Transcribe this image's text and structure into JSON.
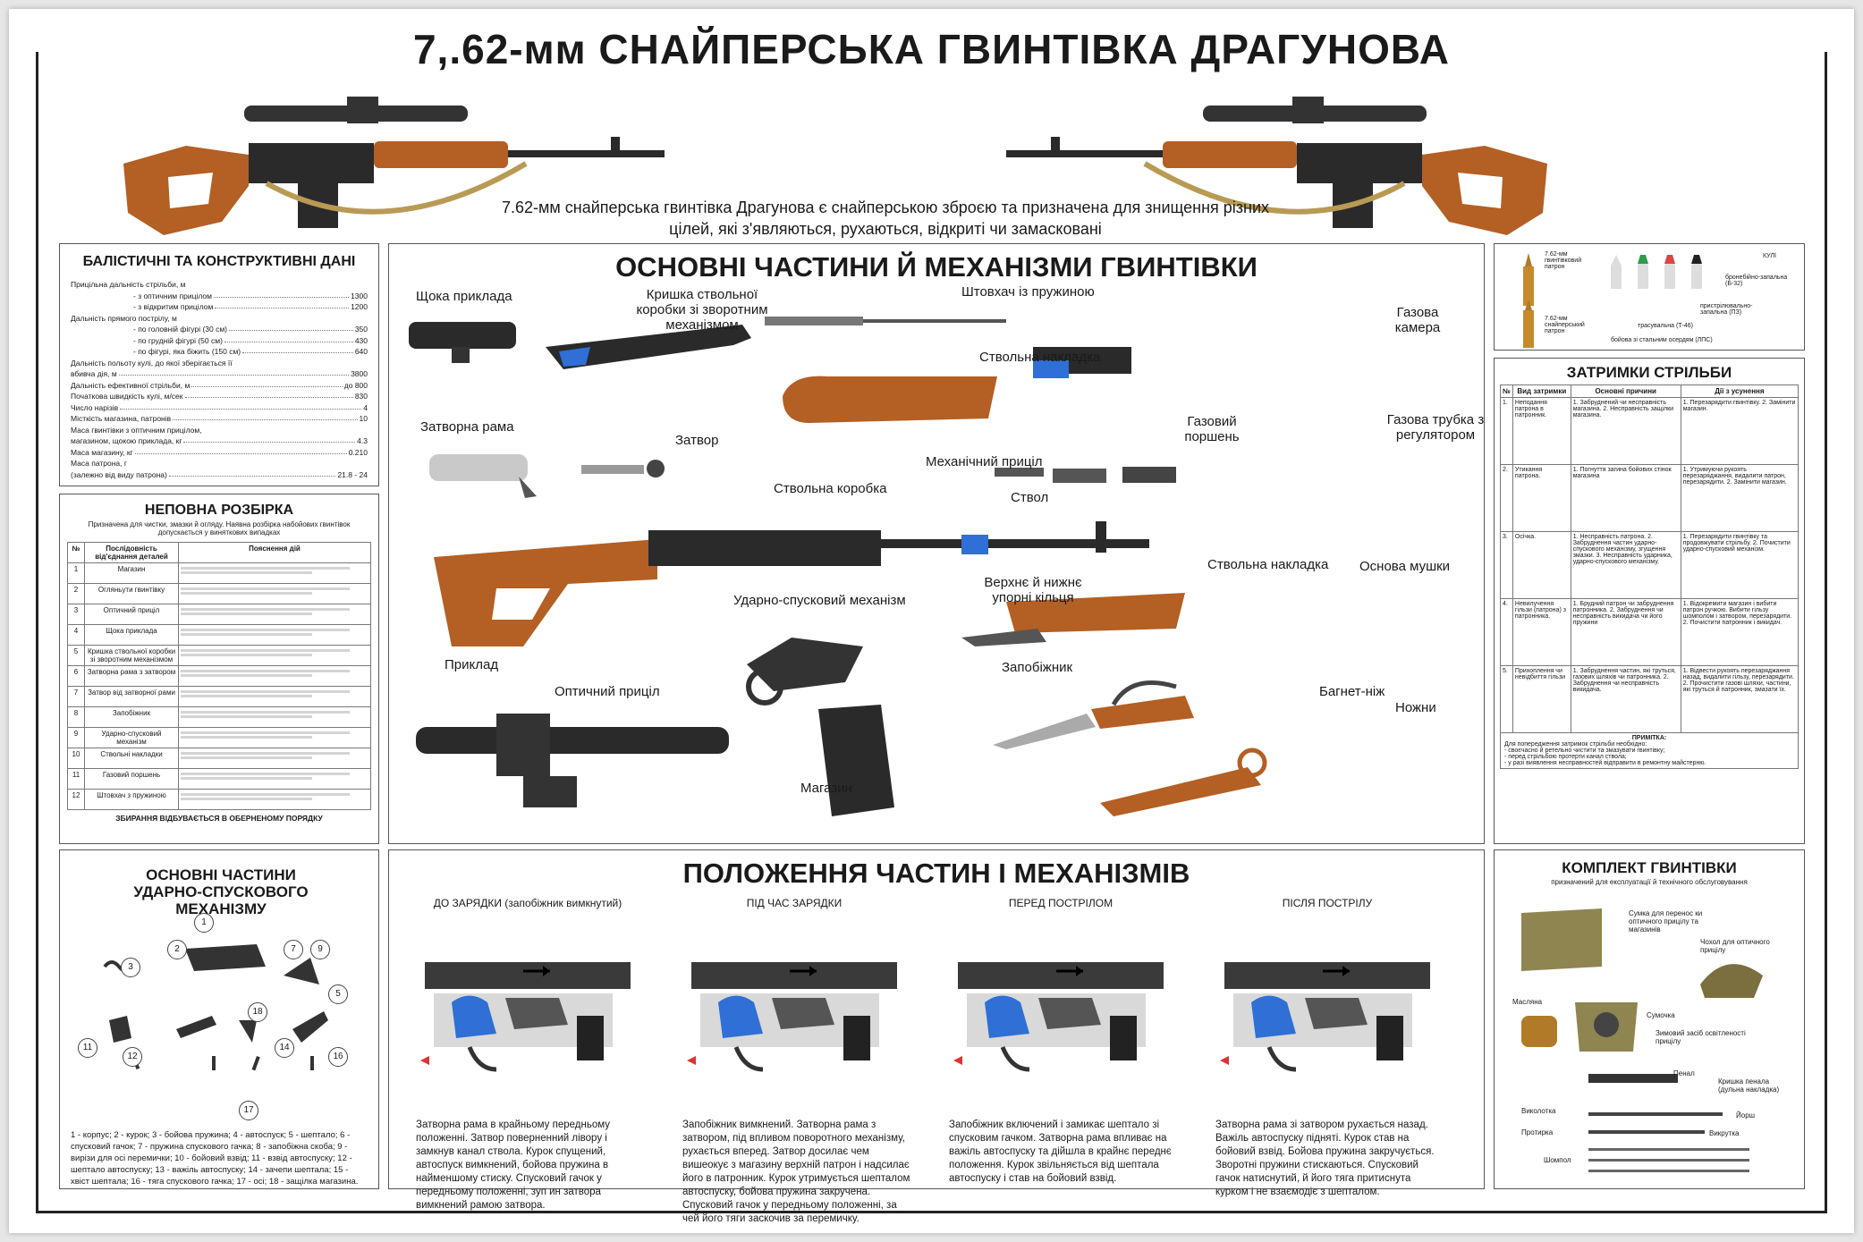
{
  "title": "7,.62-мм СНАЙПЕРСЬКА ГВИНТІВКА ДРАГУНОВА",
  "lead": "7.62-мм снайперська гвинтівка Драгунова є снайперською зброєю та призначена для знищення різних цілей, які з'являються, рухаються, відкриті чи замасковані",
  "ballistic": {
    "title": "БАЛІСТИЧНІ ТА КОНСТРУКТИВНІ ДАНІ",
    "rows": [
      {
        "k": "Прицільна дальність стрільби, м",
        "v": ""
      },
      {
        "k": "- з оптичним прицілом",
        "v": "1300"
      },
      {
        "k": "- з відкритим прицілом",
        "v": "1200"
      },
      {
        "k": "Дальність прямого пострілу, м",
        "v": ""
      },
      {
        "k": "- по головній фігурі (30 см)",
        "v": "350"
      },
      {
        "k": "- по грудній фігурі (50 см)",
        "v": "430"
      },
      {
        "k": "- по фігурі, яка біжить (150 см)",
        "v": "640"
      },
      {
        "k": "Дальність польоту кулі, до якої зберігається її",
        "v": ""
      },
      {
        "k": "вбивча дія, м",
        "v": "3800"
      },
      {
        "k": "Дальність ефективної стрільби, м",
        "v": "до 800"
      },
      {
        "k": "Початкова швидкість кулі, м/сек",
        "v": "830"
      },
      {
        "k": "Число нарізів",
        "v": "4"
      },
      {
        "k": "Місткість магазина, патронів",
        "v": "10"
      },
      {
        "k": "Маса гвинтівки з оптичним прицілом,",
        "v": ""
      },
      {
        "k": "магазином, щокою приклада, кг",
        "v": "4.3"
      },
      {
        "k": "Маса магазину, кг",
        "v": "0.210"
      },
      {
        "k": "Маса патрона, г",
        "v": ""
      },
      {
        "k": "(залежно від виду патрона)",
        "v": "21.8 - 24"
      }
    ]
  },
  "disassembly": {
    "title": "НЕПОВНА РОЗБІРКА",
    "subtitle": "Призначена для чистки, змазки й огляду. Наявна розбірка набойових гвинтівок допускається у виняткових випадках",
    "col1": "№",
    "col2": "Послідовність від'єднання деталей",
    "col3": "Пояснення дій",
    "rows": [
      "Магазин",
      "Огляньути гвинтівку",
      "Оптичний приціл",
      "Щока приклада",
      "Кришка ствольної коробки зі зворотним механізмом",
      "Затворна рама з затвором",
      "Затвор від затворної рами",
      "Запобіжник",
      "Ударно-спусковий механізм",
      "Ствольні накладки",
      "Газовий поршень",
      "Штовхач з пружиною"
    ],
    "footer": "ЗБИРАННЯ ВІДБУВАЄТЬСЯ В ОБЕРНЕНОМУ ПОРЯДКУ"
  },
  "parts": {
    "title": "ОСНОВНІ ЧАСТИНИ Й МЕХАНІЗМИ ГВИНТІВКИ",
    "labels": {
      "cheek": "Щока приклада",
      "cover": "Кришка ствольної коробки зі зворотним механізмом",
      "pusher": "Штовхач із пружиною",
      "gas_chamber": "Газова камера",
      "handguard_top": "Ствольна накладка",
      "bolt_carrier": "Затворна рама",
      "bolt": "Затвор",
      "gas_piston": "Газовий поршень",
      "gas_tube": "Газова трубка з регулятором",
      "rear_sight": "Механічний приціл",
      "receiver": "Ствольна коробка",
      "barrel": "Ствол",
      "handguard_bottom": "Ствольна накладка",
      "front_sight": "Основа мушки",
      "rings": "Верхнє й нижнє упорні кільця",
      "trigger": "Ударно-спусковий механізм",
      "stock": "Приклад",
      "safety": "Запобіжник",
      "scope": "Оптичний приціл",
      "bayonet": "Багнет-ніж",
      "scabbard": "Ножни",
      "magazine": "Магазин"
    }
  },
  "ammo": {
    "l1": "7.62-мм гвинтівковий патрон",
    "l2": "КУЛІ",
    "l3": "бронебійно-запальна (Б-32)",
    "l4": "пристрілювально-запальна (ПЗ)",
    "l5": "трасувальна (Т-46)",
    "l6": "7.62-мм снайперський патрон",
    "l7": "бойова зі стальним осердям (ЛПС)"
  },
  "delays": {
    "title": "ЗАТРИМКИ СТРІЛЬБИ",
    "cols": [
      "№",
      "Вид затримки",
      "Основні причини",
      "Дії з усунення"
    ],
    "rows": [
      {
        "n": "1.",
        "type": "Неподання патрона в патронник.",
        "cause": "1. Забруднений чи несправність магазина. 2. Несправність защілки магазина.",
        "fix": "1. Перезарядити гвинтівку. 2. Замінити магазин."
      },
      {
        "n": "2.",
        "type": "Утикання патрона.",
        "cause": "1. Погнуття загина бойових стінок магазина",
        "fix": "1. Утримуючи рукоять перезаряджання, видалити патрон, перезарядити. 2. Замінити магазин."
      },
      {
        "n": "3.",
        "type": "Осічка.",
        "cause": "1. Несправність патрона. 2. Забруднення частин ударно-спускового механізму, згущення змазки. 3. Несправність ударника, ударно-спускового механізму.",
        "fix": "1. Перезарядити гвинтівку та продовжувати стрільбу. 2. Почистити ударно-спусковий механізм."
      },
      {
        "n": "4.",
        "type": "Невилучення гільзи (патрона) з патронника.",
        "cause": "1. Брудний патрон чи забруднення патронника. 2. Забруднення чи несправність викидача чи його пружини",
        "fix": "1. Відокремити магазин і вибити патрон ручкою. Вибити гільзу шомполом і затвором, перезарядити. 2. Почистити патронник і викидач."
      },
      {
        "n": "5.",
        "type": "Прихоплення чи невідбиття гільзи",
        "cause": "1. Забруднення частин, які труться, газових шляхів чи патронника. 2. Забруднення чи несправність викидача.",
        "fix": "1. Відвести рукоять перезаряджання назад, видалити гільзу, перезарядити. 2. Прочистити газові шляхи, частини, які труться й патронник, змазати їх."
      }
    ],
    "note_title": "ПРИМІТКА:",
    "notes": [
      "Для попередження затримок стрільби необхідно:",
      "- своєчасно й ретельно чистити та змазувати гвинтівку;",
      "- перед стрільбою протерти канал ствола;",
      "- у разі виявлення несправностей відправити в ремонтну майстерню."
    ]
  },
  "trigger_section": {
    "title": "ОСНОВНІ ЧАСТИНИ УДАРНО-СПУСКОВОГО МЕХАНІЗМУ",
    "legend": "1 - корпус; 2 - курок; 3 - бойова пружина; 4 - автоспуск; 5 - шептало; 6 - спусковий гачок; 7 - пружина спускового гачка; 8 - запобіжна скоба; 9 - вирізи для осі перемички; 10 - бойовий взвід; 11 - взвід автоспуску; 12 - шептало автоспуску; 13 - важіль автоспуску; 14 - зачепи шептала; 15 - хвіст шептала; 16 - тяга спускового гачка; 17 - осі; 18 - защілка магазина."
  },
  "positions": {
    "title": "ПОЛОЖЕННЯ ЧАСТИН І МЕХАНІЗМІВ",
    "panels": [
      {
        "head": "ДО ЗАРЯДКИ (запобіжник вимкнутий)",
        "text": "Затворна рама в крайньому передньому положенні. Затвор поверненний лівору і замкнув канал ствола. Курок спущений, автоспуск вимкнений, бойова пружина в найменшому стиску. Спусковий гачок у передньому положенні, зуп ин затвора вимкнений рамою затвора."
      },
      {
        "head": "ПІД ЧАС ЗАРЯДКИ",
        "text": "Запобіжник вимкнений. Затворна рама з затвором, під впливом поворотного механізму, рухається вперед. Затвор досилає чем вишеокує з магазину верхній патрон і надсилає його в патронник. Курок утримується шепталом автоспуску, бойова пружина закручена. Спусковий гачок у передньому положенні, за чей його тяги заскочив за перемичку."
      },
      {
        "head": "ПЕРЕД ПОСТРІЛОМ",
        "text": "Запобіжник включений і замикає шептало зі спусковим гачком. Затворна рама впливає на важіль автоспуску та дійшла в крайнє переднє положення. Курок звільняється від шептала автоспуску і став на бойовий взвід."
      },
      {
        "head": "ПІСЛЯ ПОСТРІЛУ",
        "text": "Затворна рама зі затвором рухається назад. Важіль автоспуску підняті. Курок став на бойовий взвід. Бойова пружина закручується. Зворотні пружини стискаються. Спусковий гачок натиснутий, й його тяга притиснута курком і не взаємодіє з шепталом."
      }
    ]
  },
  "kit": {
    "title": "КОМПЛЕКТ ГВИНТІВКИ",
    "subtitle": "призначений для експлуатації й технічного обслуговування",
    "items": {
      "bag": "Сумка для перенос ки оптичного прицілу та магазинів",
      "cover": "Чохол для оптичного прицілу",
      "oiler": "Масляна",
      "pouch": "Сумочка",
      "winter": "Зимовий засіб освітленості прицілу",
      "case": "Пенал",
      "lid": "Кришка пенала (дульна накладка)",
      "screwdriver": "Викрутка",
      "punch": "Виколотка",
      "cleaner": "Протирка",
      "brush": "Йорш",
      "rod": "Шомпол"
    }
  },
  "colors": {
    "wood": "#b45f24",
    "metal": "#2a2a2a",
    "blue": "#2f6fd6",
    "border": "#222222"
  }
}
